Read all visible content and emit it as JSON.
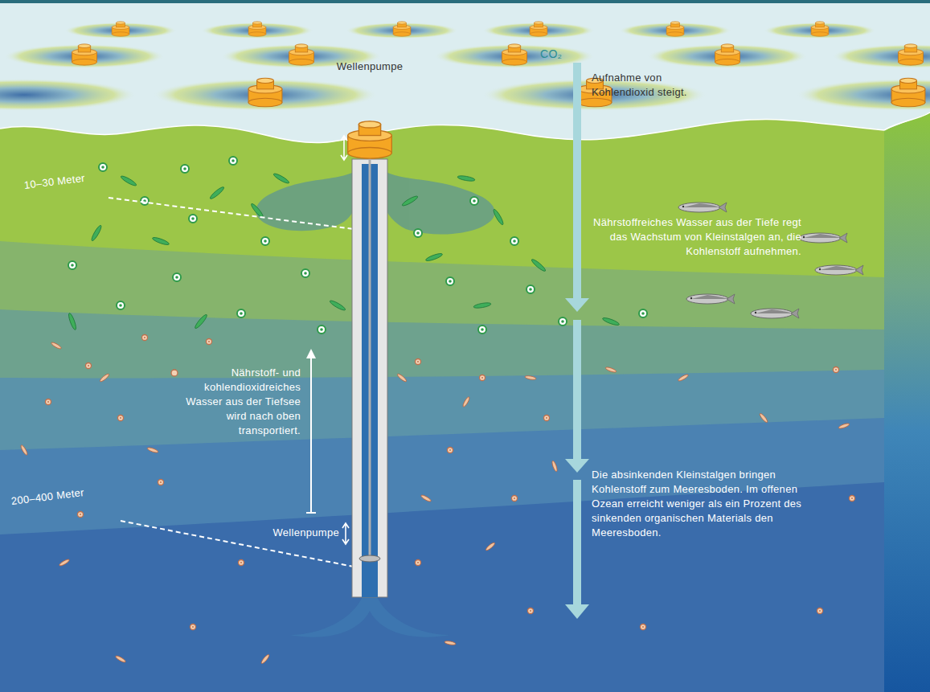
{
  "diagram": {
    "labels": [
      "Wellenpumpe",
      "CO₂",
      "Aufnahme von Kohlendioxid steigt.",
      "Nährstoffreiches Wasser aus der Tiefe regt das Wachstum von Kleinstalgen an, die Kohlenstoff aufnehmen.",
      "10–30 Meter",
      "Nährstoff- und kohlendioxidreiches Wasser aus der Tiefsee wird nach oben transportiert.",
      "Wellenpumpe",
      "200–400 Meter",
      "Die absinkenden Kleinstalgen bringen Kohlenstoff zum Meeresboden. Im offenen Ozean erreicht weniger als ein Prozent des sinkenden organischen Materials den Meeresboden."
    ]
  }
}
